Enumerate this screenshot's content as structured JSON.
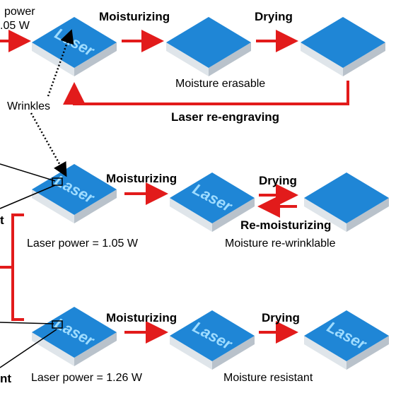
{
  "colors": {
    "tile_top": "#1f86d6",
    "tile_top_light": "#3a9be3",
    "tile_side": "#dfe5ea",
    "tile_side_dark": "#b9c2cb",
    "arrow": "#e21b1b",
    "laser_text": "#9fdcff"
  },
  "tile_text": "Laser",
  "labels": {
    "power_fragment": "power",
    "power_value_fragment": ".05 W",
    "row1_step1": "Moisturizing",
    "row1_step2": "Drying",
    "moisture_erasable": "Moisture erasable",
    "laser_reengraving": "Laser re-engraving",
    "wrinkles": "Wrinkles",
    "row2_step1": "Moisturizing",
    "row2_step2": "Drying",
    "remoisturizing": "Re-moisturizing",
    "row2_power": "Laser power = 1.05 W",
    "moisture_rewrinklable": "Moisture re-wrinklable",
    "row2_left_fragment": "t",
    "row3_step1": "Moisturizing",
    "row3_step2": "Drying",
    "row3_power": "Laser power = 1.26 W",
    "moisture_resistant": "Moisture resistant",
    "row3_left_fragment": "nt"
  }
}
